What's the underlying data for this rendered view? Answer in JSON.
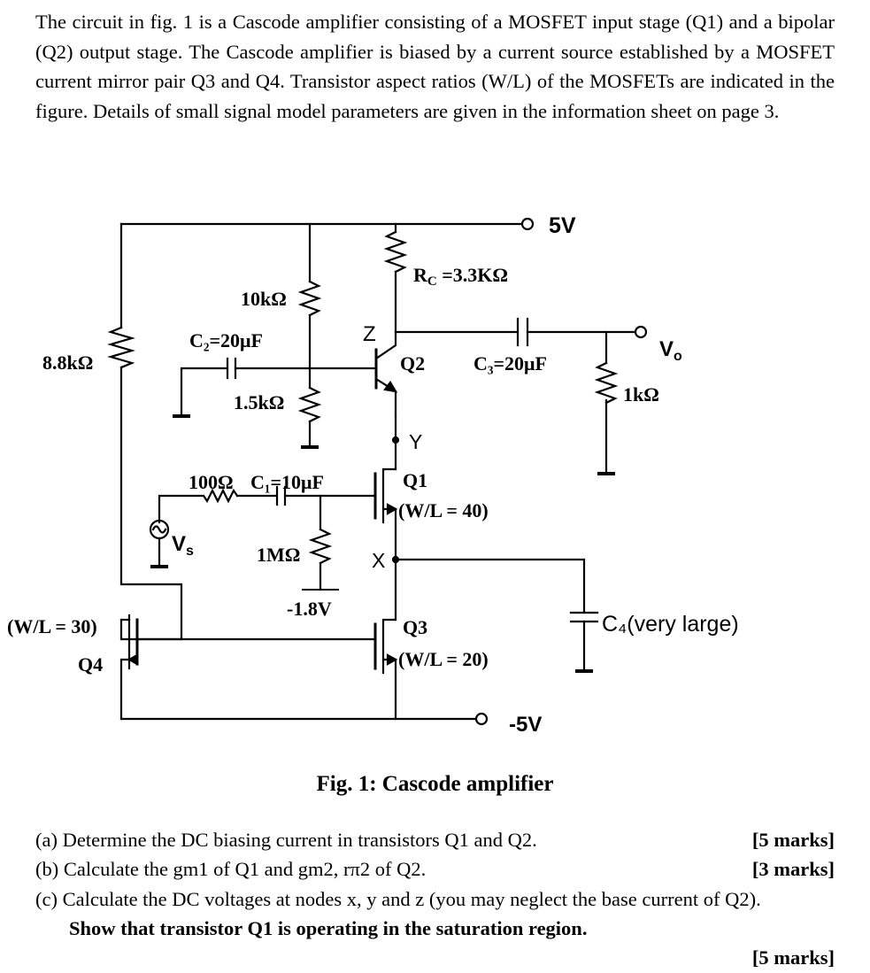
{
  "intro_text": "The circuit in fig. 1 is a Cascode amplifier consisting of a MOSFET input stage (Q1) and a bipolar (Q2) output stage. The Cascode amplifier is biased by a current source established by a MOSFET current mirror pair Q3 and Q4. Transistor aspect ratios (W/L) of the MOSFETs are indicated in the figure. Details of small signal model parameters are given in the information sheet on page 3.",
  "circuit": {
    "vdd": "5V",
    "vss": "-5V",
    "rc": "R",
    "rc_sub": "C",
    "rc_value": " =3.3KΩ",
    "r_top": "10kΩ",
    "r_bottom": "1.5kΩ",
    "r_left": "8.8kΩ",
    "c2": "C₂=20μF",
    "c3": "C₃=20μF",
    "r_load": "1kΩ",
    "vo": "V",
    "vo_sub": "o",
    "node_z": "Z",
    "node_y": "Y",
    "node_x": "X",
    "q1": "Q1",
    "q1_wl": "(W/L = 40)",
    "q2": "Q2",
    "q3": "Q3",
    "q3_wl": "(W/L = 20)",
    "q4": "Q4",
    "q4_wl": "(W/L = 30)",
    "r_series": "100Ω",
    "c1": "C₁=10μF",
    "vs": "V",
    "vs_sub": "s",
    "r_gate": "1MΩ",
    "v_bias": "-1.8V",
    "c4": "C₄(very large)"
  },
  "caption": "Fig. 1: Cascode amplifier",
  "questions": [
    {
      "text": "(a) Determine the DC biasing current in transistors Q1 and Q2.",
      "marks": "[5 marks]"
    },
    {
      "text": "(b) Calculate the gm1 of Q1 and gm2, rπ2 of Q2.",
      "marks": "[3 marks]"
    },
    {
      "text": "(c) Calculate the DC voltages at nodes x, y and z (you may neglect the base current of Q2).",
      "bold_text": "Show that transistor Q1 is operating in the saturation region.",
      "marks": "[5 marks]"
    }
  ]
}
